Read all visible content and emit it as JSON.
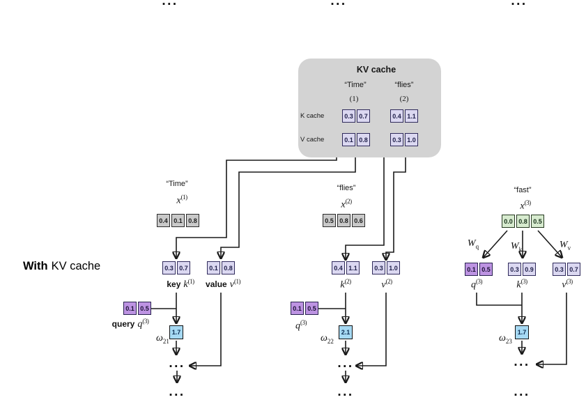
{
  "top_ellipses": [
    "...",
    "...",
    "..."
  ],
  "side_label": {
    "bold": "With",
    "rest": "KV cache"
  },
  "kv_cache": {
    "title": "KV cache",
    "columns": [
      {
        "word": "“Time”",
        "index": "(1)"
      },
      {
        "word": "“flies”",
        "index": "(2)"
      }
    ],
    "rows": [
      {
        "label": "K cache"
      },
      {
        "label": "V cache"
      }
    ],
    "k_time": [
      "0.3",
      "0.7"
    ],
    "k_flies": [
      "0.4",
      "1.1"
    ],
    "v_time": [
      "0.1",
      "0.8"
    ],
    "v_flies": [
      "0.3",
      "1.0"
    ]
  },
  "tokens": {
    "t1": {
      "word": "“Time”",
      "x": {
        "var": "x",
        "sup": "(1)",
        "values": [
          "0.4",
          "0.1",
          "0.8"
        ]
      },
      "key": {
        "bold": "key",
        "var": "k",
        "sup": "(1)",
        "values": [
          "0.3",
          "0.7"
        ]
      },
      "value": {
        "bold": "value",
        "var": "v",
        "sup": "(1)",
        "values": [
          "0.1",
          "0.8"
        ]
      },
      "query": {
        "bold": "query",
        "var": "q",
        "sup": "(3)",
        "values": [
          "0.1",
          "0.5"
        ]
      },
      "omega": {
        "sym": "ω",
        "sub": "21",
        "value": "1.7"
      },
      "dots1": "...",
      "dots2": "..."
    },
    "t2": {
      "word": "“flies”",
      "x": {
        "var": "x",
        "sup": "(2)",
        "values": [
          "0.5",
          "0.8",
          "0.6"
        ]
      },
      "key": {
        "var": "k",
        "sup": "(2)",
        "values": [
          "0.4",
          "1.1"
        ]
      },
      "value": {
        "var": "v",
        "sup": "(2)",
        "values": [
          "0.3",
          "1.0"
        ]
      },
      "query": {
        "var": "q",
        "sup": "(3)",
        "values": [
          "0.1",
          "0.5"
        ]
      },
      "omega": {
        "sym": "ω",
        "sub": "22",
        "value": "2.1"
      },
      "dots1": "...",
      "dots2": "..."
    },
    "t3": {
      "word": "“fast”",
      "x": {
        "var": "x",
        "sup": "(3)",
        "values": [
          "0.0",
          "0.8",
          "0.5"
        ]
      },
      "weights": [
        {
          "var": "W",
          "sub": "q"
        },
        {
          "var": "W",
          "sub": "k"
        },
        {
          "var": "W",
          "sub": "v"
        }
      ],
      "query": {
        "var": "q",
        "sup": "(3)",
        "values": [
          "0.1",
          "0.5"
        ]
      },
      "key": {
        "var": "k",
        "sup": "(3)",
        "values": [
          "0.3",
          "0.9"
        ]
      },
      "value": {
        "var": "v",
        "sup": "(3)",
        "values": [
          "0.3",
          "0.7"
        ]
      },
      "omega": {
        "sym": "ω",
        "sub": "23",
        "value": "1.7"
      },
      "dots1": "...",
      "dots2": "..."
    }
  },
  "colors": {
    "kv_panel_bg": "#d3d3d3",
    "lavender_cell": "#dbd8f1",
    "lavender_border": "#2f2a5b",
    "gray_cell": "#c9c9c9",
    "green_cell": "#d7ebcf",
    "purple_cell": "#bd93e2",
    "cyan_cell": "#a6d9f3",
    "line": "#1a1a1a"
  }
}
